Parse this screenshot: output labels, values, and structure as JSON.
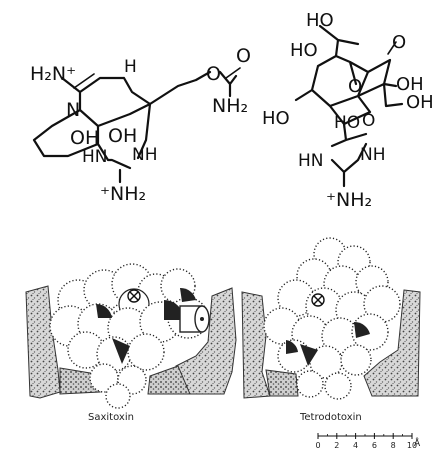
{
  "figure": {
    "saxitoxin_atoms": {
      "h2n_plus": "H₂N⁺",
      "nh_top": "H",
      "n_ring": "N",
      "o_ether": "O",
      "o_carbonyl": "O",
      "nh2_carbamate": "NH₂",
      "oh1": "OH",
      "oh2": "OH",
      "hn_left": "HN",
      "nh_right": "NH",
      "nh2_plus": "⁺NH₂"
    },
    "tetrodotoxin_atoms": {
      "ho_top": "HO",
      "ho_upper": "HO",
      "o_ketone": "O",
      "o_ring": "O",
      "oh_right1": "OH",
      "oh_right2": "OH",
      "ho_left": "HO",
      "ho_mid": "HO",
      "o_mid": "O",
      "hn": "HN",
      "nh": "NH",
      "nh2_plus": "⁺NH₂"
    },
    "captions": {
      "left": "Saxitoxin",
      "right": "Tetrodotoxin"
    },
    "scale_bar": {
      "ticks": [
        "0",
        "2",
        "4",
        "6",
        "8",
        "10"
      ],
      "unit": "Å"
    },
    "colors": {
      "ink": "#111111",
      "membrane": "#9a9a9a",
      "fill_dark": "#222222"
    }
  }
}
